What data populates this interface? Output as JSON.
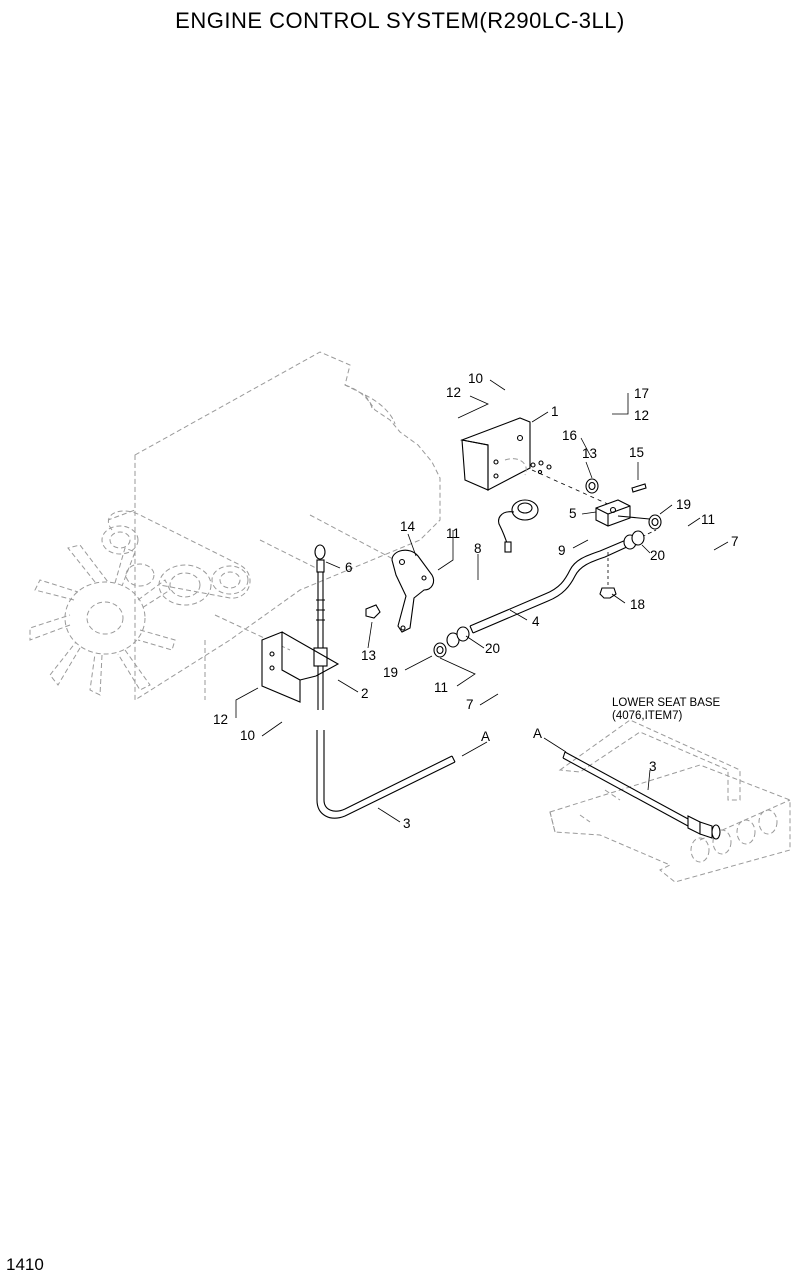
{
  "header": {
    "title": "ENGINE CONTROL SYSTEM(R290LC-3LL)"
  },
  "footer": {
    "page_number": "1410"
  },
  "callouts": {
    "c1": "1",
    "c2": "2",
    "c3a": "3",
    "c3b": "3",
    "c4": "4",
    "c5": "5",
    "c6": "6",
    "c7a": "7",
    "c7b": "7",
    "c8": "8",
    "c9": "9",
    "c10a": "10",
    "c10b": "10",
    "c11a": "11",
    "c11b": "11",
    "c11c": "11",
    "c12a": "12",
    "c12b": "12",
    "c12c": "12",
    "c13a": "13",
    "c13b": "13",
    "c14": "14",
    "c15": "15",
    "c16": "16",
    "c17": "17",
    "c18": "18",
    "c19a": "19",
    "c19b": "19",
    "c20a": "20",
    "c20b": "20",
    "refA1": "A",
    "refA2": "A"
  },
  "note": {
    "line1": "LOWER SEAT BASE",
    "line2": "(4076,ITEM7)"
  }
}
